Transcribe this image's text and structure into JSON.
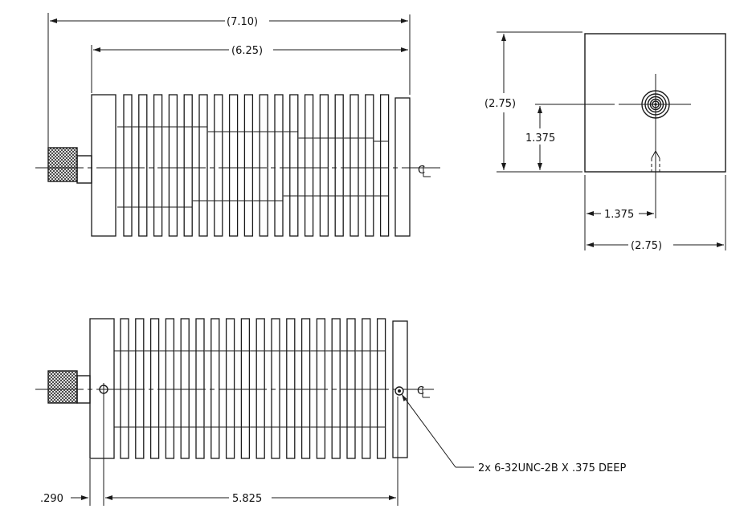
{
  "dimensions": {
    "overall_length": "(7.10)",
    "body_length": "(6.25)",
    "end_height": "(2.75)",
    "connector_height": "1.375",
    "connector_offset": "1.375",
    "end_width": "(2.75)",
    "hole_offset": ".290",
    "hole_spacing": "5.825"
  },
  "callouts": {
    "mounting_holes": "2x 6-32UNC-2B X .375 DEEP"
  },
  "centerline_symbols": {
    "top": "C",
    "bottom": "C"
  },
  "colors": {
    "line": "#1a1a1a",
    "background": "#ffffff"
  },
  "icons": {
    "connector": "n-type-connector",
    "centerline": "centerline-symbol"
  }
}
